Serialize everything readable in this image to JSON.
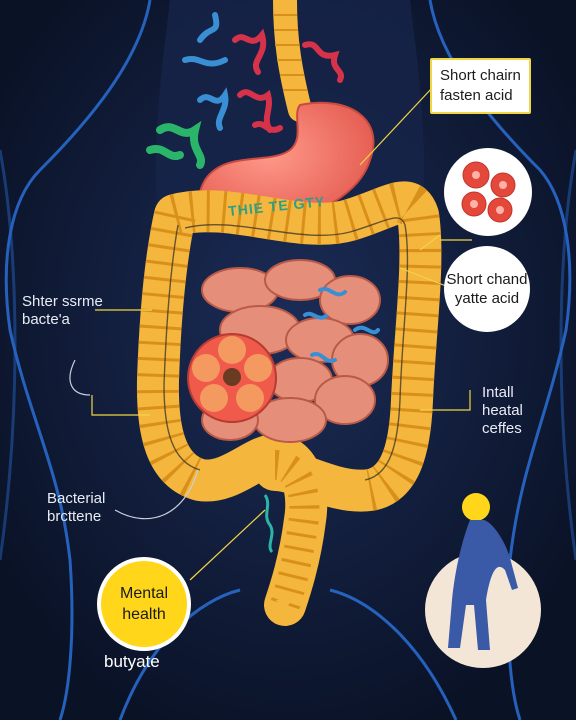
{
  "labels": {
    "top_right_box": [
      "Short chairn",
      "fasten acid"
    ],
    "right_circle": [
      "Short chand",
      "yatte acid"
    ],
    "left_upper": [
      "Shter ssrme",
      "bacte'a"
    ],
    "right_lower": [
      "Intall",
      "heatal",
      "ceffes"
    ],
    "left_lower": [
      "Bacterial",
      "brcttene"
    ],
    "mental_health": [
      "Mental",
      "health"
    ],
    "bottom_left": "butyate",
    "stomach_text": "THIE TE GTY"
  },
  "colors": {
    "background": "#0d1730",
    "body_outline": "#2a6fd6",
    "colon": "#f4b63c",
    "colon_segment": "#d9901a",
    "stomach": "#f07a6e",
    "intestine": "#e58f7a",
    "label_box_border": "#f2d544",
    "mental_circle": "#ffd61a",
    "bacteria_blue": "#3a8fd4",
    "bacteria_red": "#d6334a",
    "bacteria_green": "#2bb56a",
    "cell_red": "#e4483b"
  },
  "icons": [
    "body-silhouette",
    "stomach-icon",
    "colon-icon",
    "small-intestine-icon",
    "flower-organ-icon",
    "bacteria-icon",
    "red-cells-icon",
    "human-figure-icon"
  ]
}
